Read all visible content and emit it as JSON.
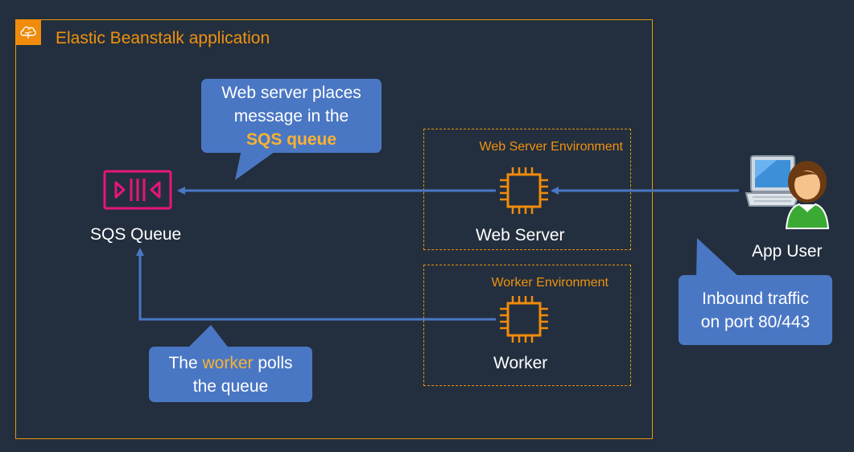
{
  "application": {
    "title": "Elastic Beanstalk application",
    "icon": "beanstalk-icon"
  },
  "web_env": {
    "label": "Web Server Environment"
  },
  "worker_env": {
    "label": "Worker Environment"
  },
  "nodes": {
    "sqs": {
      "label": "SQS Queue",
      "icon": "sqs-queue-icon"
    },
    "web_server": {
      "label": "Web Server",
      "icon": "ec2-chip-icon"
    },
    "worker": {
      "label": "Worker",
      "icon": "ec2-chip-icon"
    },
    "app_user": {
      "label": "App User",
      "icon": "user-laptop-icon"
    }
  },
  "callouts": {
    "web_server_places": {
      "line1": "Web server places",
      "line2": "message in the",
      "highlight": "SQS queue"
    },
    "worker_polls": {
      "pre": "The ",
      "highlight": "worker",
      "post": " polls",
      "line2": "the queue"
    },
    "inbound": {
      "line1": "Inbound traffic",
      "line2": "on port 80/443"
    }
  },
  "colors": {
    "background": "#232f3e",
    "accent_orange": "#e8930c",
    "arrow_blue": "#4a77c4",
    "callout_blue": "#4a77c4",
    "sqs_pink": "#e7157b",
    "highlight_yellow": "#f9b232"
  }
}
